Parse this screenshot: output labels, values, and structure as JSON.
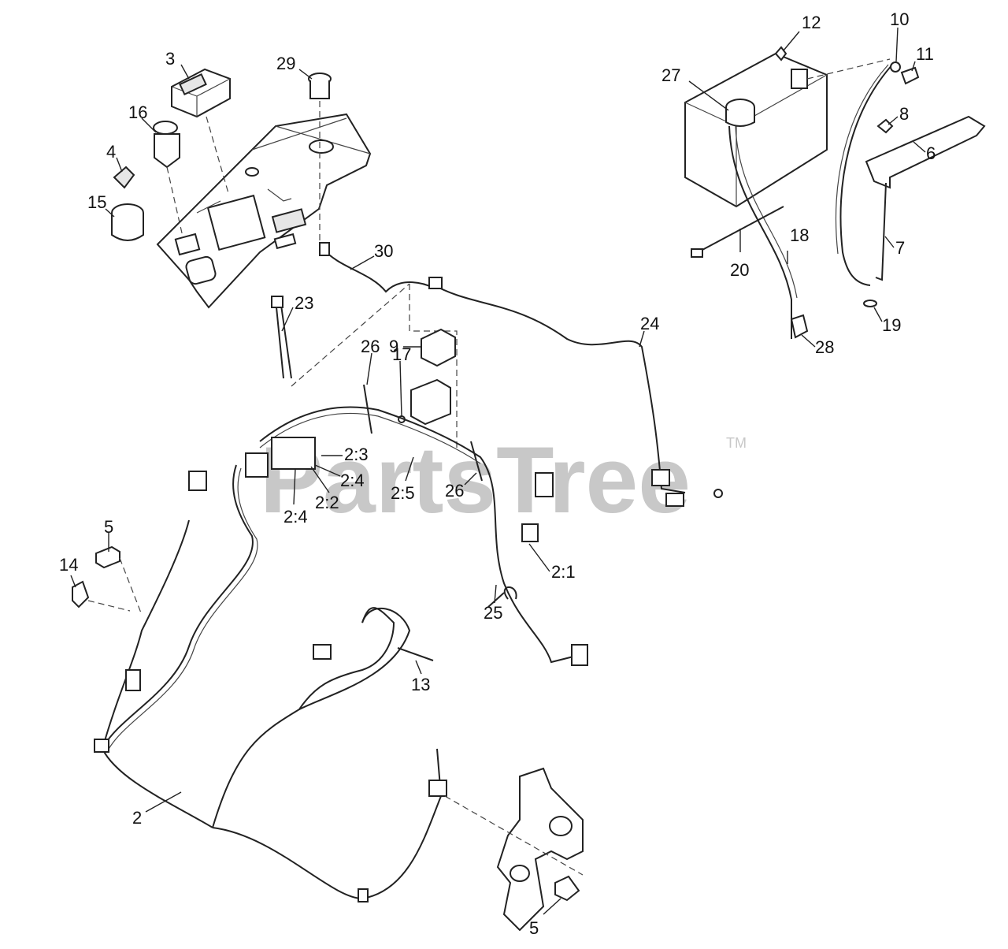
{
  "watermark": {
    "text": "PartsTree",
    "trademark": "TM"
  },
  "callouts": {
    "c3": "3",
    "c16": "16",
    "c4": "4",
    "c15": "15",
    "c29": "29",
    "c30": "30",
    "c23": "23",
    "c9": "9",
    "c26a": "26",
    "c17": "17",
    "c2_3": "2:3",
    "c2_4a": "2:4",
    "c2_2": "2:2",
    "c2_4b": "2:4",
    "c2_5": "2:5",
    "c26b": "26",
    "c2_1": "2:1",
    "c24": "24",
    "c25": "25",
    "c13": "13",
    "c5a": "5",
    "c14": "14",
    "c2": "2",
    "c5b": "5",
    "c12": "12",
    "c10": "10",
    "c11": "11",
    "c27": "27",
    "c8": "8",
    "c6": "6",
    "c7": "7",
    "c18": "18",
    "c20": "20",
    "c19": "19",
    "c28": "28"
  }
}
